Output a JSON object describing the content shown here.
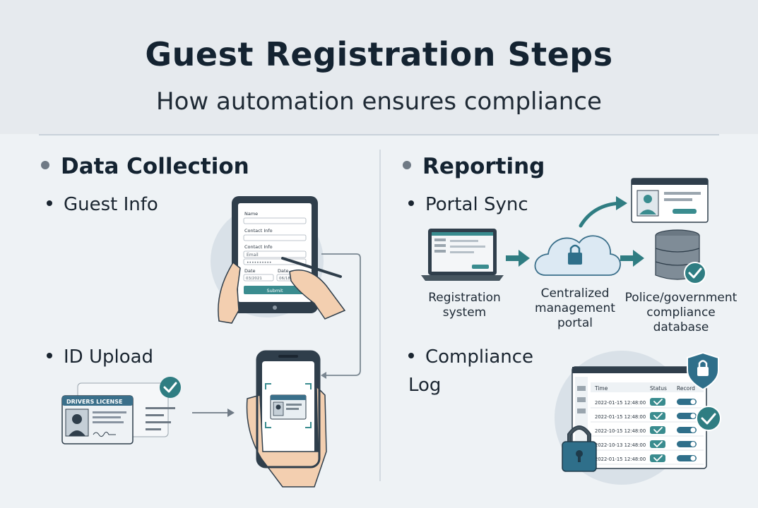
{
  "header": {
    "title": "Guest Registration Steps",
    "subtitle": "How automation ensures compliance"
  },
  "left": {
    "heading": "Data Collection",
    "items": [
      "Guest Info",
      "ID Upload"
    ],
    "form": {
      "fields": [
        "Name",
        "Contact Info",
        "Contact Info",
        "Date",
        "Date"
      ],
      "email_placeholder": "Email",
      "date_values": [
        "03/2021",
        "06/18/0"
      ],
      "submit": "Submit"
    },
    "license_title": "DRIVERS LICENSE"
  },
  "right": {
    "heading": "Reporting",
    "items": [
      "Portal Sync",
      "Compliance Log"
    ],
    "flow_labels": [
      "Registration system",
      "Centralized management portal",
      "Police/government compliance database"
    ],
    "log": {
      "headers": [
        "Time",
        "Status",
        "Record"
      ],
      "rows": [
        "2022-01-15 12:48:00",
        "2022-01-15 12:48:00",
        "2022-10-15 12:48:00",
        "2022-10-13 12:48:00",
        "2022-01-15 12:48:00"
      ]
    }
  },
  "colors": {
    "teal": "#3a8c8f",
    "dark": "#2f3e4b",
    "accent": "#1f6f77"
  }
}
